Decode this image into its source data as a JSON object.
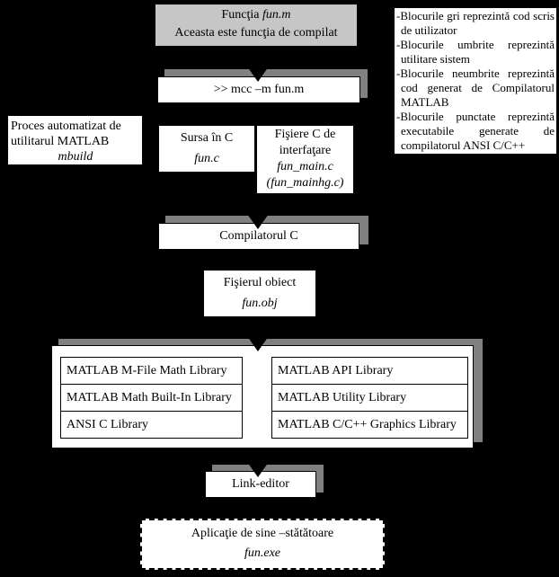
{
  "colors": {
    "background": "#000000",
    "user_code_fill": "#c6c6c6",
    "shadow_gray": "#808080",
    "block_fill": "#ffffff",
    "border": "#000000"
  },
  "legend": {
    "items": [
      "-Blocurile gri reprezintă cod scris de utilizator",
      "-Blocurile umbrite reprezintă utilitare sistem",
      "-Blocurile neumbrite reprezintă cod generat de Compilatorul MATLAB",
      "-Blocurile punctate reprezintă executabile generate de compilatorul ANSI C/C++"
    ]
  },
  "nodes": {
    "function": {
      "title_prefix": "Funcţia ",
      "title_file": "fun.m",
      "subtitle": "Aceasta este funcţia de compilat"
    },
    "mcc": {
      "label": ">> mcc –m fun.m"
    },
    "process": {
      "line1": "Proces automatizat de",
      "line2": "utilitarul MATLAB",
      "file": "mbuild"
    },
    "c_source": {
      "label": "Sursa în C",
      "file": "fun.c"
    },
    "c_interface": {
      "line1": "Fişiere C de",
      "line2": "interfaţare",
      "file1": "fun_main.c",
      "file2": "(fun_mainhg.c)"
    },
    "c_compiler": {
      "label": "Compilatorul C"
    },
    "object_file": {
      "label": "Fişierul obiect",
      "file": "fun.obj"
    },
    "link_editor": {
      "label": "Link-editor"
    },
    "application": {
      "label": "Aplicaţie de sine –stătătoare",
      "file": "fun.exe"
    }
  },
  "libraries": {
    "left": [
      "MATLAB M-File Math Library",
      "MATLAB Math Built-In Library",
      "ANSI C Library"
    ],
    "right": [
      "MATLAB API Library",
      "MATLAB Utility Library",
      "MATLAB C/C++ Graphics Library"
    ]
  }
}
